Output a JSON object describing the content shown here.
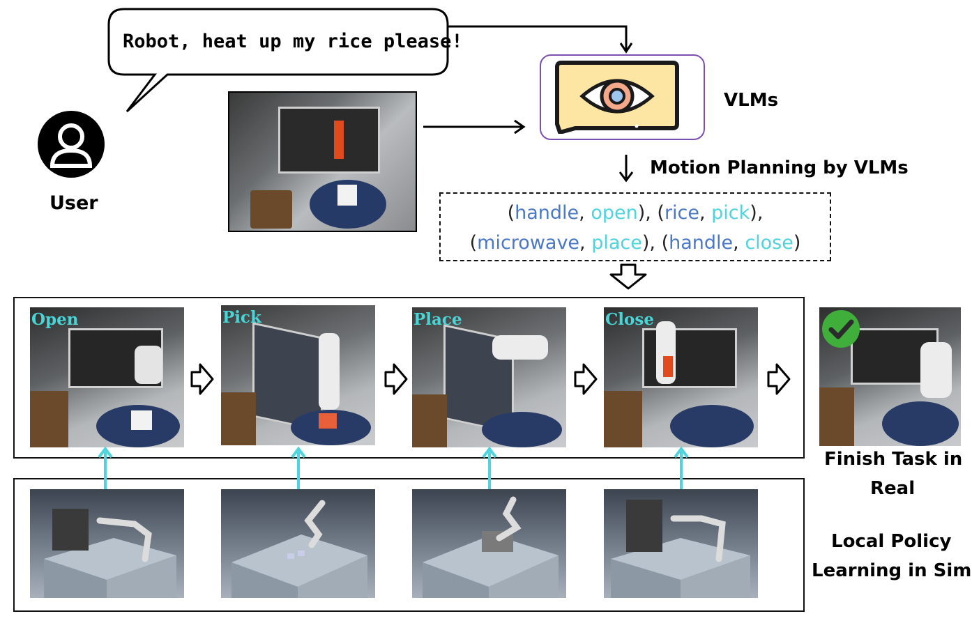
{
  "speech": "Robot, heat up my rice please!",
  "user_label": "User",
  "vlm_label": "VLMs",
  "motion_label": "Motion Planning by VLMs",
  "plan": {
    "line1": [
      {
        "obj": "handle",
        "act": "open"
      },
      {
        "obj": "rice",
        "act": "pick"
      }
    ],
    "line2": [
      {
        "obj": "microwave",
        "act": "place"
      },
      {
        "obj": "handle",
        "act": "close"
      }
    ]
  },
  "stages": [
    "Open",
    "Pick",
    "Place",
    "Close"
  ],
  "finish_label_1": "Finish Task in",
  "finish_label_2": "Real",
  "sim_label_1": "Local Policy",
  "sim_label_2": "Learning in Sim",
  "colors": {
    "object": "#4a78c6",
    "action": "#4fd3dc",
    "vlm_border": "#7b4fb0",
    "check": "#3fae3a"
  }
}
